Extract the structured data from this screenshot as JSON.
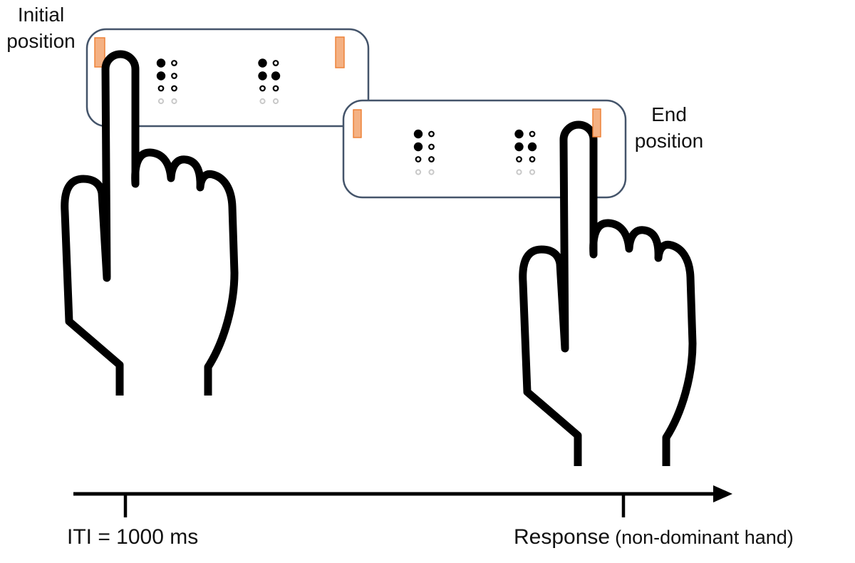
{
  "figure": {
    "initial_position_line1": "Initial",
    "initial_position_line2": "position",
    "end_position_line1": "End",
    "end_position_line2": "position"
  },
  "timeline": {
    "iti_label": "ITI = 1000 ms",
    "response_label": "Response",
    "response_sublabel": "(non-dominant hand)"
  },
  "braille": {
    "patterns": [
      [
        [
          "filled",
          "open"
        ],
        [
          "filled",
          "open"
        ],
        [
          "open",
          "open"
        ],
        [
          "faint",
          "faint"
        ]
      ],
      [
        [
          "filled",
          "open"
        ],
        [
          "filled",
          "filled"
        ],
        [
          "open",
          "open"
        ],
        [
          "faint",
          "faint"
        ]
      ]
    ]
  },
  "colors": {
    "panel_border": "#44546A",
    "panel_fill": "#FFFFFF",
    "marker_fill": "#F4B183",
    "marker_border": "#ED7D31",
    "faint_dot": "#C9C9C9",
    "ink": "#000000"
  }
}
